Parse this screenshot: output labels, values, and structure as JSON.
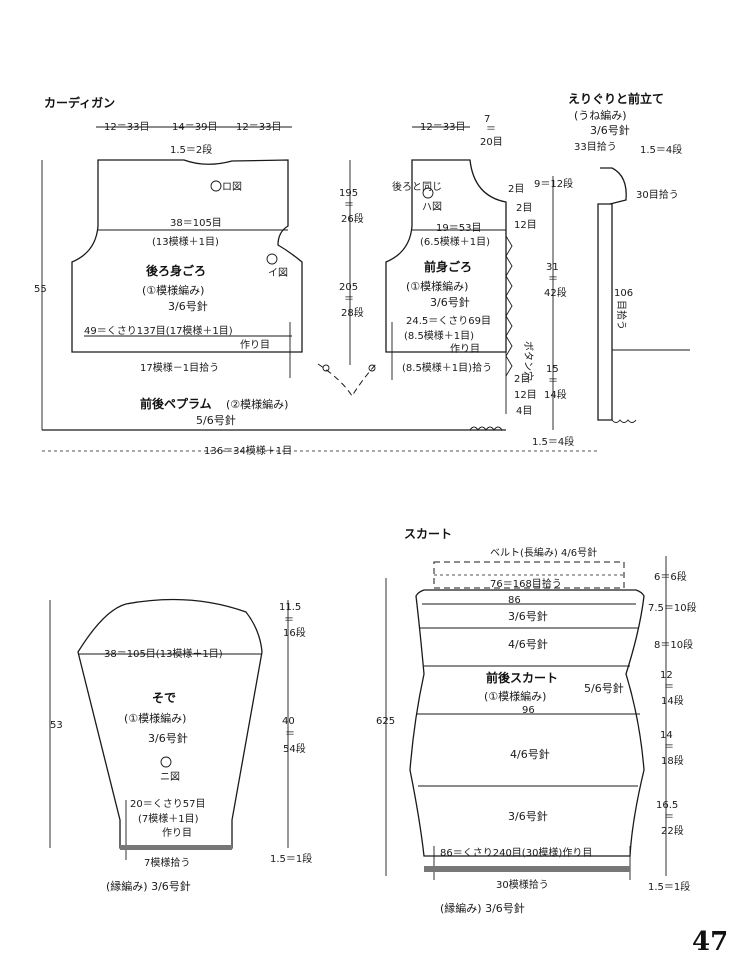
{
  "page_number": "47",
  "cardigan": {
    "title": "カーディガン",
    "top_widths": [
      "12＝33目",
      "14＝39目",
      "12＝33目"
    ],
    "shoulder_drop": "1.5＝2段",
    "diagram_ro": "ロ図",
    "back_width": "38＝105目",
    "back_width_sub": "(13模様＋1目)",
    "back_name": "後ろ身ごろ",
    "back_stitch": "(①模様編み)",
    "back_needle": "3/6号針",
    "diagram_i": "イ図",
    "back_bottom": "49＝くさり137目(17模様＋1目)",
    "back_bottom_start": "作り目",
    "back_pickup": "17模様－1目拾う",
    "height_total": "55",
    "armhole_h_top": "195",
    "armhole_h_top_eq": "＝",
    "armhole_h_top_rows": "26段",
    "armhole_h_bottom": "205",
    "armhole_h_bottom_eq": "＝",
    "armhole_h_bottom_rows": "28段",
    "front_top_width": "12＝33目",
    "front_neck_w_top": "7",
    "front_neck_w_eq": "＝",
    "front_neck_w_bottom": "20目",
    "front_same_as_back": "後ろと同じ",
    "diagram_ha": "ハ図",
    "front_width": "19＝53目",
    "front_width_sub": "(6.5模様＋1目)",
    "front_name": "前身ごろ",
    "front_stitch": "(①模様編み)",
    "front_needle": "3/6号針",
    "front_bottom": "24.5＝くさり69目",
    "front_bottom_sub": "(8.5模様＋1目)",
    "front_bottom_start": "作り目",
    "front_pickup": "(8.5模様＋1目)拾う",
    "rows_2a": "2目",
    "rows_2b": "2目",
    "rows_12a": "12目",
    "rows_12b": "12目",
    "rows_2c": "2目",
    "rows_4": "4目",
    "rows_9": "9＝12段",
    "rows_31": "31",
    "rows_31_eq": "＝",
    "rows_31_rows": "42段",
    "rows_15": "15",
    "rows_15_eq": "＝",
    "rows_15_rows": "14段",
    "button_hole": "ボタン穴",
    "peplum_name": "前後ペプラム",
    "peplum_stitch": "(②模様編み)",
    "peplum_needle": "5/6号針",
    "peplum_width": "136＝34模様＋1目",
    "peplum_height": "1.5＝4段"
  },
  "collar": {
    "title": "えりぐりと前立て",
    "stitch": "(うね編み)",
    "needle": "3/6号針",
    "neck_stitches": "33目拾う",
    "neck_height": "1.5＝4段",
    "neck_pick": "30目拾う",
    "front_pick_num": "106",
    "front_pick_text": "目拾う"
  },
  "sleeve": {
    "height_total": "53",
    "width": "38＝105目(13模様＋1目)",
    "cap_h": "11.5",
    "cap_eq": "＝",
    "cap_rows": "16段",
    "name": "そで",
    "stitch": "(①模様編み)",
    "needle": "3/6号針",
    "diagram_ni": "ニ図",
    "body_h": "40",
    "body_eq": "＝",
    "body_rows": "54段",
    "cuff_width": "20＝くさり57目",
    "cuff_width_sub": "(7模様＋1目)",
    "cuff_start": "作り目",
    "cuff_pickup": "7模様拾う",
    "cuff_height": "1.5＝1段",
    "edge_stitch": "(縁編み) 3/6号針"
  },
  "skirt": {
    "title": "スカート",
    "belt": "ベルト(長編み) 4/6号針",
    "belt_pick": "76＝168目拾う",
    "width_86": "86",
    "needle_36_top": "3/6号針",
    "needle_46_top": "4/6号針",
    "name": "前後スカート",
    "stitch": "(①模様編み)",
    "needle_56": "5/6号針",
    "width_96": "96",
    "needle_46_mid": "4/6号針",
    "needle_36_bottom": "3/6号針",
    "bottom": "86＝くさり240目(30模様)作り目",
    "bottom_pickup": "30模様拾う",
    "edge_stitch": "(縁編み) 3/6号針",
    "height_total": "625",
    "seg_6": "6＝6段",
    "seg_75": "7.5＝10段",
    "seg_8": "8＝10段",
    "seg_12": "12",
    "seg_12_eq": "＝",
    "seg_12_rows": "14段",
    "seg_14": "14",
    "seg_14_eq": "＝",
    "seg_14_rows": "18段",
    "seg_165": "16.5",
    "seg_165_eq": "＝",
    "seg_165_rows": "22段",
    "seg_15": "1.5＝1段"
  }
}
